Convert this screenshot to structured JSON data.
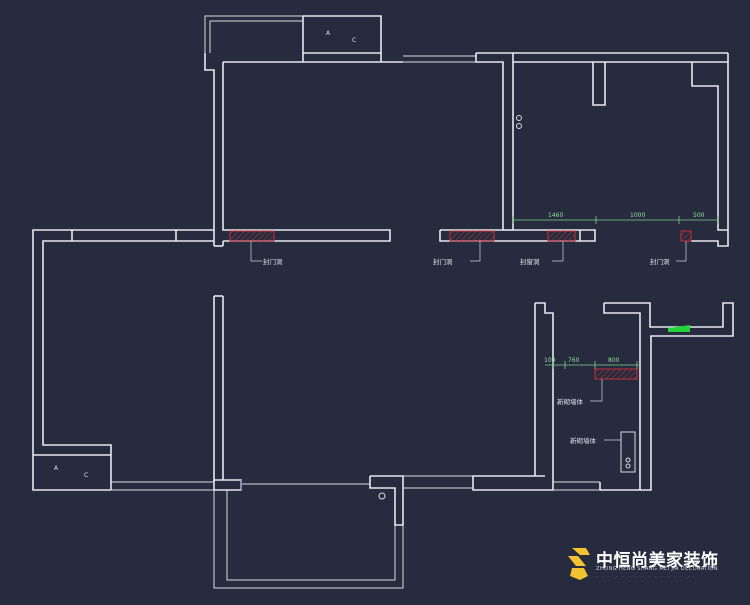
{
  "labels": {
    "seal_door_1": "封门洞",
    "seal_door_2": "封门洞",
    "seal_door_3": "封窗洞",
    "seal_door_4": "封门洞",
    "new_wall_1": "新砌墙体",
    "new_wall_2": "新砌墙体",
    "ac_top_a": "A",
    "ac_top_c": "C",
    "ac_left_a": "A",
    "ac_left_c": "C"
  },
  "dimensions": {
    "top": [
      "1460",
      "1000",
      "500"
    ],
    "kitchen": [
      "100",
      "760",
      "800"
    ]
  },
  "logo": {
    "name_cn": "中恒尚美家装饰",
    "name_en": "ZHONG HENG SHANG MEI JIA DECORATION",
    "tagline": "· · · · · · · · · · · · · · ·"
  },
  "colors": {
    "background": "#262b3d",
    "wall": "#e6e8ef",
    "demolition_hatch": "#c0303a",
    "dimension": "#7fd08a",
    "accent_green": "#22d33a",
    "logo_yellow": "#f2c230"
  }
}
